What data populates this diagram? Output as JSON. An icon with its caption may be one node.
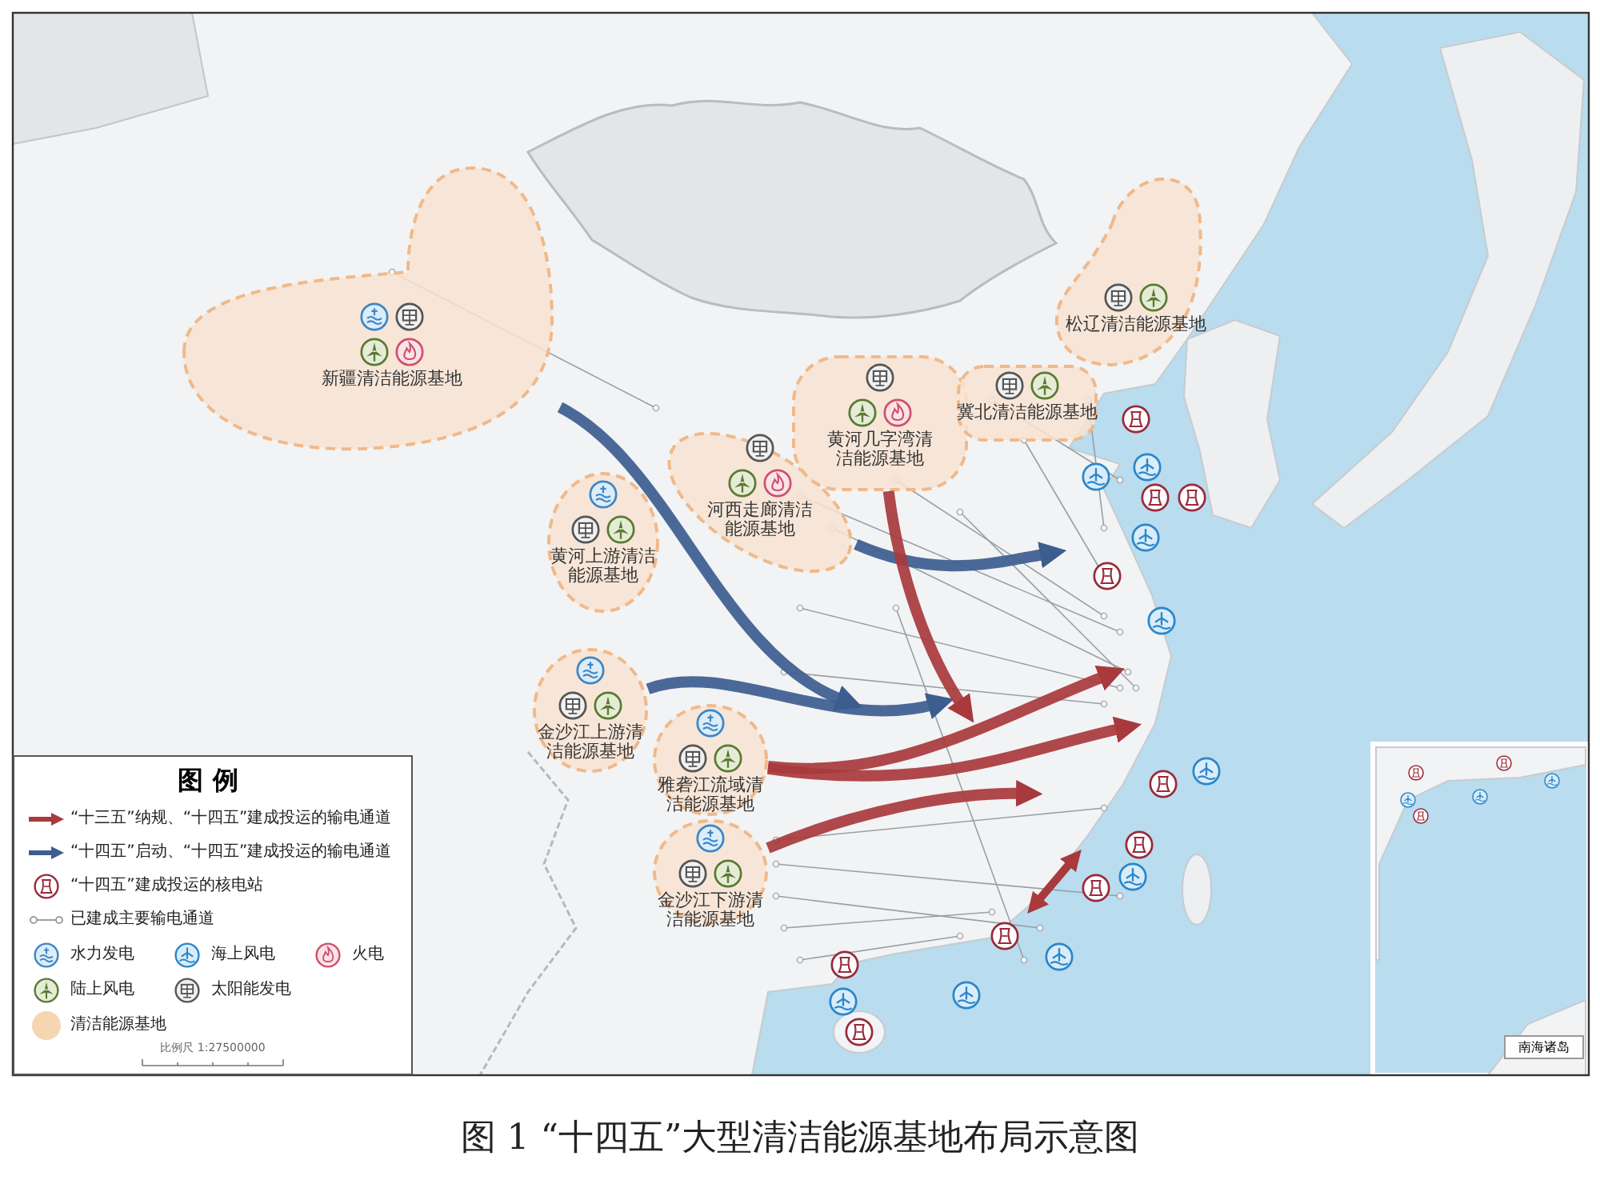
{
  "diagram": {
    "caption": "图 1 “十四五”大型清洁能源基地布局示意图",
    "nodes": [
      {
        "text": [
          "新疆清洁能源基地"
        ]
      },
      {
        "text": [
          "黄河上游清洁能源基地"
        ]
      },
      {
        "text": [
          "河西走廊清洁能源基地"
        ]
      },
      {
        "text": [
          "黄河几字湾清洁能源基地"
        ]
      },
      {
        "text": [
          "冀北清洁能源基地"
        ]
      },
      {
        "text": [
          "松辽清洁能源基地"
        ]
      },
      {
        "text": [
          "金沙江上游清洁能源基地"
        ]
      },
      {
        "text": [
          "雅砻江流域清洁能源基地"
        ]
      },
      {
        "text": [
          "金沙江下游清洁能源基地"
        ]
      }
    ],
    "edges": [
      {
        "from": 0,
        "to": null,
        "arrow": "to",
        "color": "#3d5d8f"
      },
      {
        "from": 2,
        "to": null,
        "arrow": "to",
        "color": "#3d5d8f"
      },
      {
        "from": 6,
        "to": null,
        "arrow": "to",
        "color": "#3d5d8f"
      },
      {
        "from": 3,
        "to": null,
        "arrow": "to"
      },
      {
        "from": 7,
        "to": null,
        "arrow": "to"
      },
      {
        "from": 7,
        "to": null,
        "arrow": "to"
      },
      {
        "from": 8,
        "to": null,
        "arrow": "to"
      }
    ],
    "labels": [
      "图例",
      "比例尺 1:27500000",
      "南海诸岛"
    ],
    "legend": [
      {
        "text": "“十三五”纳规、“十四五”建成投运的输电通道"
      },
      {
        "text": "“十四五”启动、“十四五”建成投运的输电通道"
      },
      {
        "text": "“十四五”建成投运的核电站"
      },
      {
        "text": "已建成主要输电通道"
      },
      {
        "text": "水力发电"
      },
      {
        "text": "海上风电"
      },
      {
        "text": "火电"
      },
      {
        "text": "陆上风电"
      },
      {
        "text": "太阳能发电"
      },
      {
        "text": "清洁能源基地",
        "color": "#f5d6b0"
      }
    ]
  }
}
